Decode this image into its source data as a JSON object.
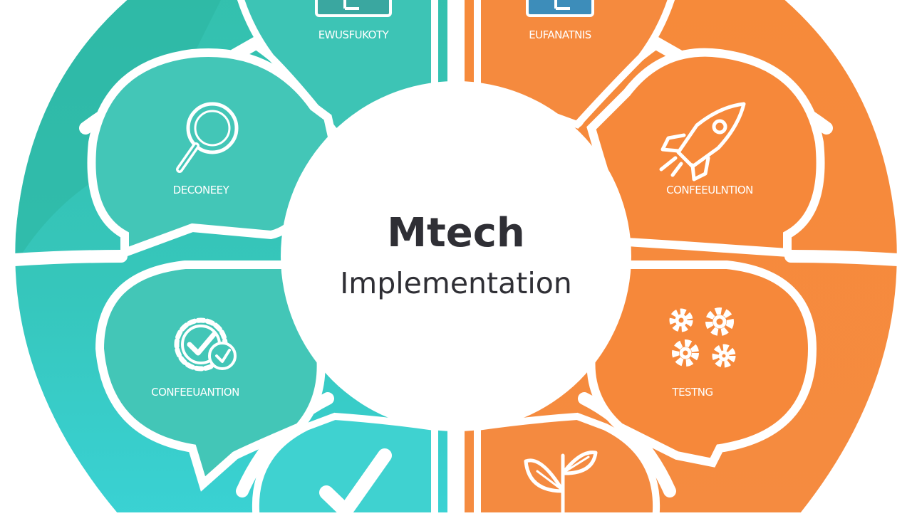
{
  "diagram": {
    "center": {
      "title": "Mtech",
      "subtitle": "Implementation"
    },
    "segments": [
      {
        "id": "top-left",
        "label": "EWUSFUKOTY",
        "icon": "laptop-icon",
        "color": "#3dc4b5"
      },
      {
        "id": "upper-left",
        "label": "DECONEEY",
        "icon": "magnifier-icon",
        "color": "#42c7b6"
      },
      {
        "id": "lower-left",
        "label": "CONFEEUANTION",
        "icon": "gear-check-icon",
        "color": "#43c6b7"
      },
      {
        "id": "bottom-left",
        "label": "",
        "icon": "checkmark-icon",
        "color": "#3fd2d0"
      },
      {
        "id": "top-right",
        "label": "EUFANATNIS",
        "icon": "laptop-icon",
        "color": "#f58a3e"
      },
      {
        "id": "upper-right",
        "label": "CONFEEULNTION",
        "icon": "rocket-icon",
        "color": "#f6883a"
      },
      {
        "id": "lower-right",
        "label": "TESTNG",
        "icon": "gears-icon",
        "color": "#f6883a"
      },
      {
        "id": "bottom-right",
        "label": "",
        "icon": "sprout-icon",
        "color": "#f48a40"
      }
    ],
    "colors": {
      "teal": "#35c2b0",
      "teal_dark": "#27b3a2",
      "cyan": "#3ad0d3",
      "orange": "#f68a3c",
      "orange_light": "#f59446",
      "center_fill": "#ffffff",
      "text_dark": "#2f2f35"
    }
  }
}
